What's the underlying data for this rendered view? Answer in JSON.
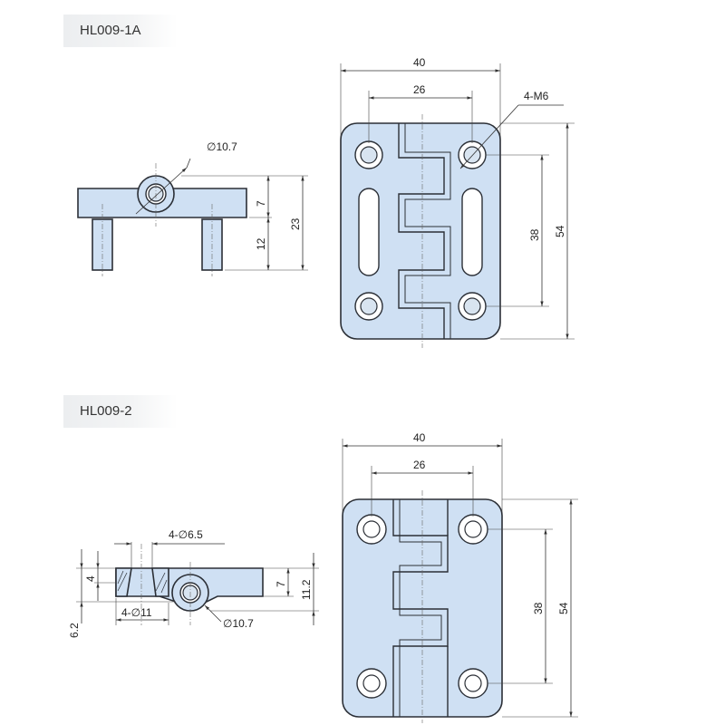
{
  "labels": {
    "part1": "HL009-1A",
    "part2": "HL009-2"
  },
  "dims1": {
    "width": "40",
    "hole_spacing_x": "26",
    "thread": "4-M6",
    "height": "54",
    "hole_spacing_y": "38",
    "pin_dia": "∅10.7",
    "body_thick": "7",
    "stud_len": "12",
    "total_h": "23"
  },
  "dims2": {
    "width": "40",
    "hole_spacing_x": "26",
    "height": "54",
    "hole_spacing_y": "38",
    "hole_dia": "4-∅6.5",
    "cbore_dia": "4-∅11",
    "pin_dia": "∅10.7",
    "cbore_depth": "4",
    "total_thick": "6.2",
    "leaf_thick": "7",
    "overall": "11.2"
  },
  "colors": {
    "part_fill": "#cfe0f3",
    "outline": "#2b2f36"
  }
}
